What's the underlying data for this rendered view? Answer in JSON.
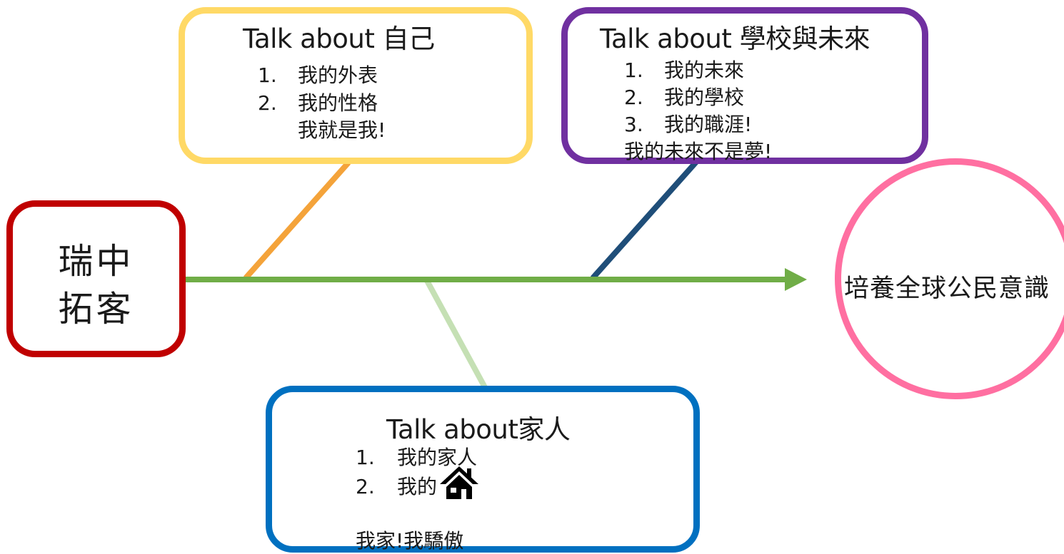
{
  "diagram": {
    "source": {
      "line1": "瑞中",
      "line2": "拓客"
    },
    "goal": {
      "label": "培養全球公民意識"
    },
    "branches": {
      "self": {
        "title": "Talk about 自己",
        "items": [
          {
            "num": "1.",
            "text": "我的外表"
          },
          {
            "num": "2.",
            "text": "我的性格"
          }
        ],
        "motto": "我就是我!"
      },
      "school": {
        "title": "Talk about 學校與未來",
        "items": [
          {
            "num": "1.",
            "text": "我的未來"
          },
          {
            "num": "2.",
            "text": "我的學校"
          },
          {
            "num": "3.",
            "text": "我的職涯!"
          }
        ],
        "motto": "我的未來不是夢!"
      },
      "family": {
        "title": "Talk about家人",
        "items": [
          {
            "num": "1.",
            "text": "我的家人"
          },
          {
            "num": "2.",
            "text": "我的",
            "icon": "house-icon"
          }
        ],
        "motto": "我家!我驕傲"
      }
    },
    "colors": {
      "spine": "#70ad47",
      "self_border": "#ffd966",
      "self_connector": "#f4a33a",
      "school_border": "#7030a0",
      "school_connector": "#1f4e79",
      "family_border": "#0070c0",
      "family_connector": "#c5e0b4",
      "source_border": "#c00000",
      "goal_border": "#ff6fa1"
    }
  }
}
